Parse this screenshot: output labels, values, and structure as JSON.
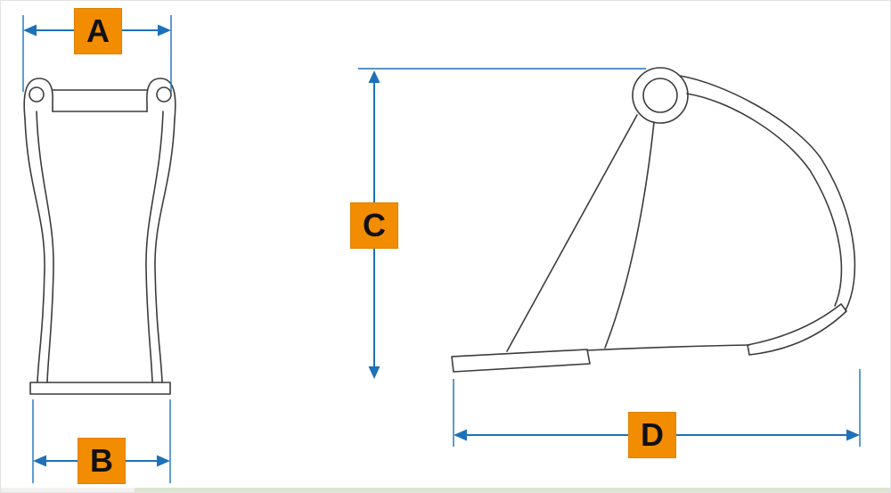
{
  "diagram": {
    "type": "technical-dimension-diagram",
    "subject": "excavator bucket",
    "views": [
      {
        "name": "bucket-front-view"
      },
      {
        "name": "bucket-side-view"
      }
    ],
    "dimensions": {
      "a": {
        "label": "A"
      },
      "b": {
        "label": "B"
      },
      "c": {
        "label": "C"
      },
      "d": {
        "label": "D"
      }
    },
    "colors": {
      "dimension_blue": "#1d71b8",
      "label_orange": "#f28c00",
      "label_text": "#111111",
      "line_gray": "#3c3c3c",
      "background": "#ffffff",
      "footer_strip_left": "#f3f2ef",
      "footer_strip_right": "#dce6cf"
    }
  }
}
